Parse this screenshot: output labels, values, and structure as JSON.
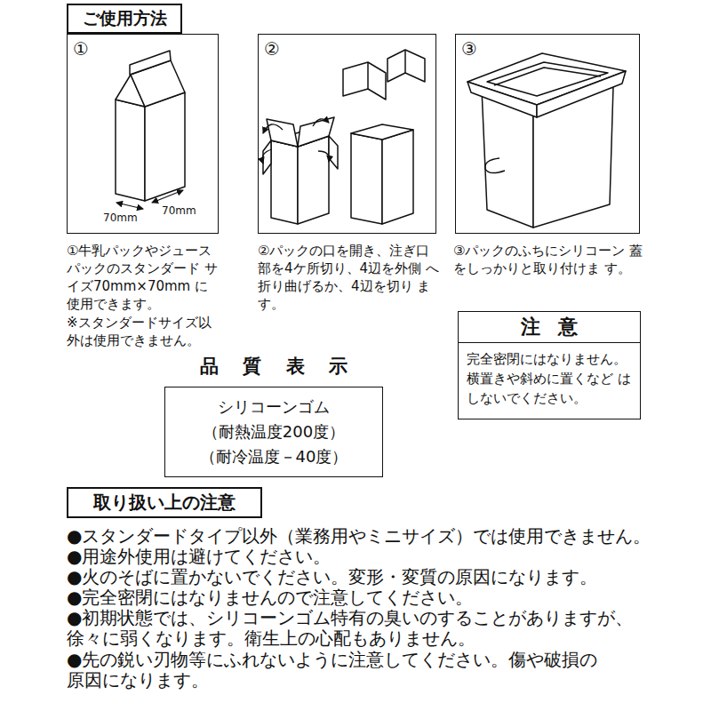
{
  "diagram": {
    "nodes": [
      {
        "text": [
          "ご使用方法"
        ]
      },
      {
        "text": [
          "①"
        ]
      },
      {
        "text": [
          "②"
        ]
      },
      {
        "text": [
          "③"
        ]
      },
      {
        "text": [
          "注意",
          "完全密閉にはなりません。 横置きや斜めに置くなど はしないでください。"
        ]
      },
      {
        "text": [
          "品質表示",
          "シリコーンゴム",
          "（耐熱温度200度）",
          "（耐冷温度－40度）"
        ]
      },
      {
        "text": [
          "取り扱い上の注意"
        ]
      }
    ],
    "labels": [
      "70mm",
      "70mm",
      "①牛乳パックやジュース パックのスタンダード サイズ70mm×70mm に使用できます。",
      "※スタンダードサイズ以 外は使用できません。",
      "②パックの口を開き、注ぎ口 部を4ケ所切り、4辺を外側 へ折り曲げるか、4辺を切り ます。",
      "③パックのふちにシリコーン 蓋をしっかりと取り付けま す。",
      "●スタンダードタイプ以外（業務用やミニサイズ）では使用できません。",
      "●用途外使用は避けてください。",
      "●火のそばに置かないでください。変形・変質の原因になります。",
      "●完全密閉にはなりませんので注意してください。",
      "●初期状態では、シリコーンゴム特有の臭いのすることがありますが、 徐々に弱くなります。衛生上の心配もありません。",
      "●先の鋭い刃物等にふれないように注意してください。傷や破損の 原因になります。"
    ]
  }
}
